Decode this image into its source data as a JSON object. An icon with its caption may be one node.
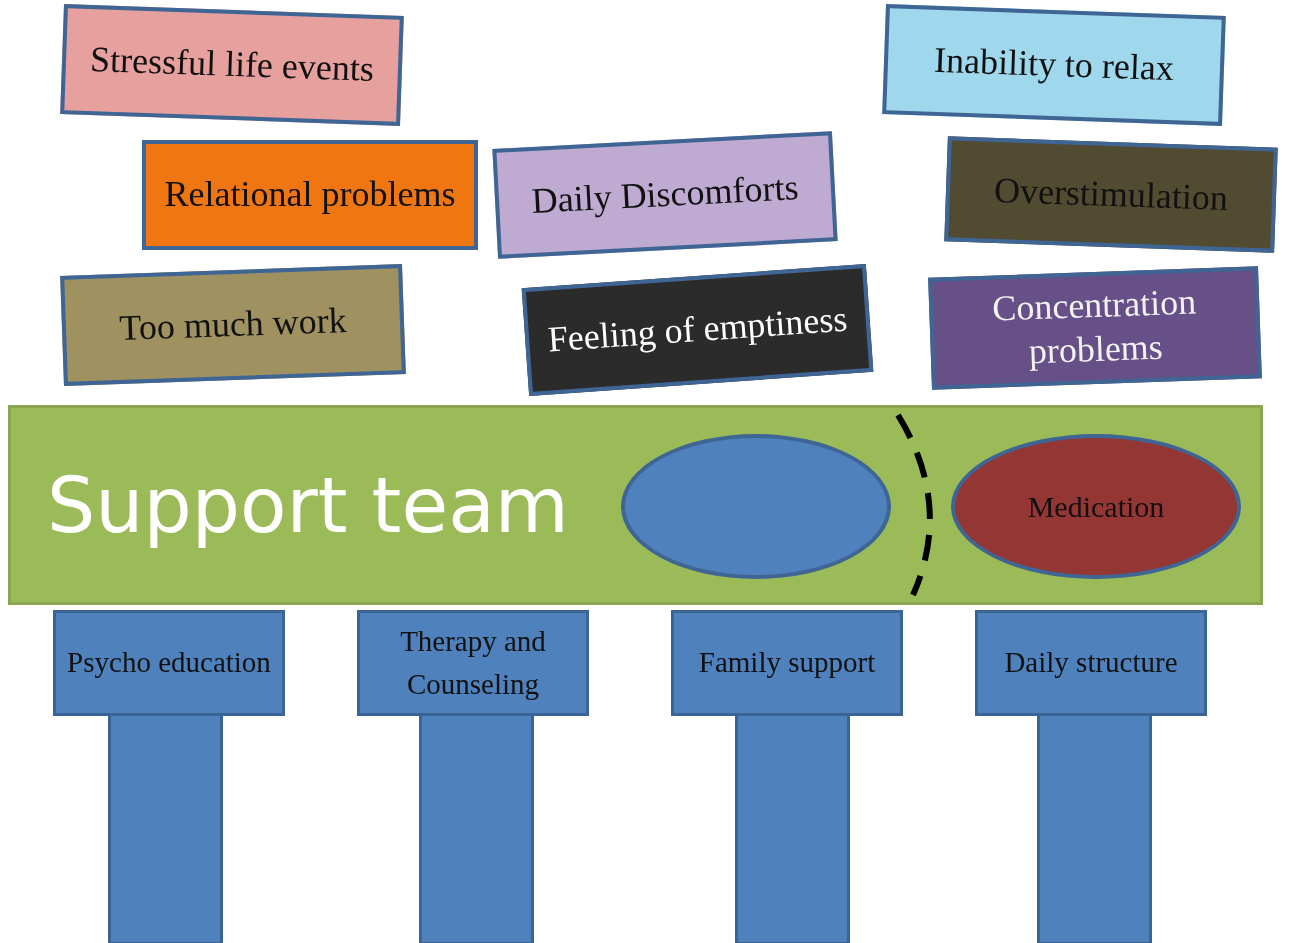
{
  "diagram": {
    "nodes": [
      {
        "text": [
          "Stressful life events"
        ]
      },
      {
        "text": [
          "Relational problems"
        ]
      },
      {
        "text": [
          "Too much work"
        ]
      },
      {
        "text": [
          "Daily Discomforts"
        ]
      },
      {
        "text": [
          "Feeling of emptiness"
        ]
      },
      {
        "text": [
          "Inability to relax"
        ]
      },
      {
        "text": [
          "Overstimulation"
        ]
      },
      {
        "text": [
          "Concentration problems"
        ]
      },
      {
        "text": [
          "Support team"
        ]
      },
      {
        "text": [],
        "shape": "ellipse",
        "in": 8
      },
      {
        "text": [
          "Medication"
        ],
        "in": 8
      },
      {
        "text": [
          "Psycho education"
        ]
      },
      {
        "text": [
          "Therapy and Counseling"
        ]
      },
      {
        "text": [
          "Family support"
        ]
      },
      {
        "text": [
          "Daily structure"
        ]
      },
      {
        "text": [],
        "shape": "bar"
      },
      {
        "text": [],
        "shape": "bar"
      },
      {
        "text": [],
        "shape": "bar"
      },
      {
        "text": [],
        "shape": "bar"
      }
    ]
  }
}
